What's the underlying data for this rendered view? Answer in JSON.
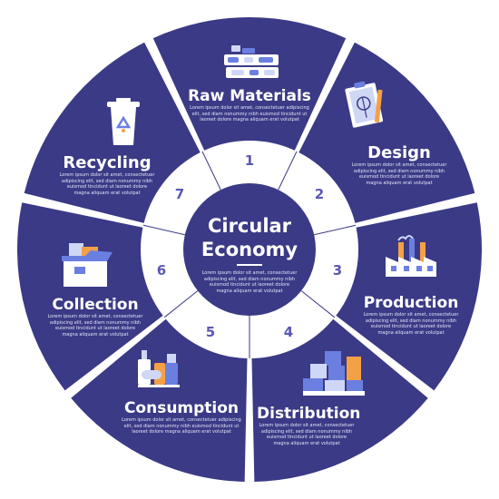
{
  "colors": {
    "segment": "#3b3a86",
    "ring": "#ffffff",
    "number": "#5a58b2",
    "accent_blue": "#6a7fe0",
    "accent_orange": "#f4a146",
    "accent_light": "#cfd7f6"
  },
  "center": {
    "title_line1": "Circular",
    "title_line2": "Economy",
    "description": "Lorem ipsum dolor sit amet, consectetuer\nadipiscing elit, sed diam nonummy nibh\neuismod tincidunt ut laoreet dolore\nmagna aliquam erat volutpat"
  },
  "steps": [
    {
      "number": "1",
      "title": "Raw Materials",
      "icon": "raw-materials-icon",
      "description": "Lorem ipsum dolor sit amet, consectetuer adipiscing\nelit, sed diam nonummy nibh euismod tincidunt ut\nlaoreet dolore magna aliquam erat volutpat"
    },
    {
      "number": "2",
      "title": "Design",
      "icon": "design-blueprint-icon",
      "description": "Lorem ipsum dolor sit amet, consectetuer\nadipiscing elit, sed diam nonummy nibh\neuismod tincidunt ut laoreet dolore\nmagna aliquam erat volutpat"
    },
    {
      "number": "3",
      "title": "Production",
      "icon": "factory-icon",
      "description": "Lorem ipsum dolor sit amet, consectetuer\nadipiscing elit, sed diam nonummy nibh\neuismod tincidunt ut laoreet dolore\nmagna aliquam erat volutpat"
    },
    {
      "number": "4",
      "title": "Distribution",
      "icon": "boxes-pallet-icon",
      "description": "Lorem ipsum dolor sit amet, consectetuer\nadipiscing elit, sed diam nonummy nibh\neuismod tincidunt ut laoreet dolore\nmagna aliquam erat volutpat"
    },
    {
      "number": "5",
      "title": "Consumption",
      "icon": "products-bottles-icon",
      "description": "Lorem ipsum dolor sit amet, consectetuer adipiscing\nelit, sed diam nonummy nibh euismod tincidunt ut\nlaoreet dolore magna aliquam erat volutpat"
    },
    {
      "number": "6",
      "title": "Collection",
      "icon": "collection-box-icon",
      "description": "Lorem ipsum dolor sit amet, consectetuer\nadipiscing elit, sed diam nonummy nibh\neuismod tincidunt ut laoreet dolore\nmagna aliquam erat volutpat"
    },
    {
      "number": "7",
      "title": "Recycling",
      "icon": "recycle-bin-icon",
      "description": "Lorem ipsum dolor sit amet, consectetuer\nadipiscing elit, sed diam nonummy nibh\neuismod tincidunt ut laoreet dolore\nmagna aliquam erat volutpat"
    }
  ]
}
